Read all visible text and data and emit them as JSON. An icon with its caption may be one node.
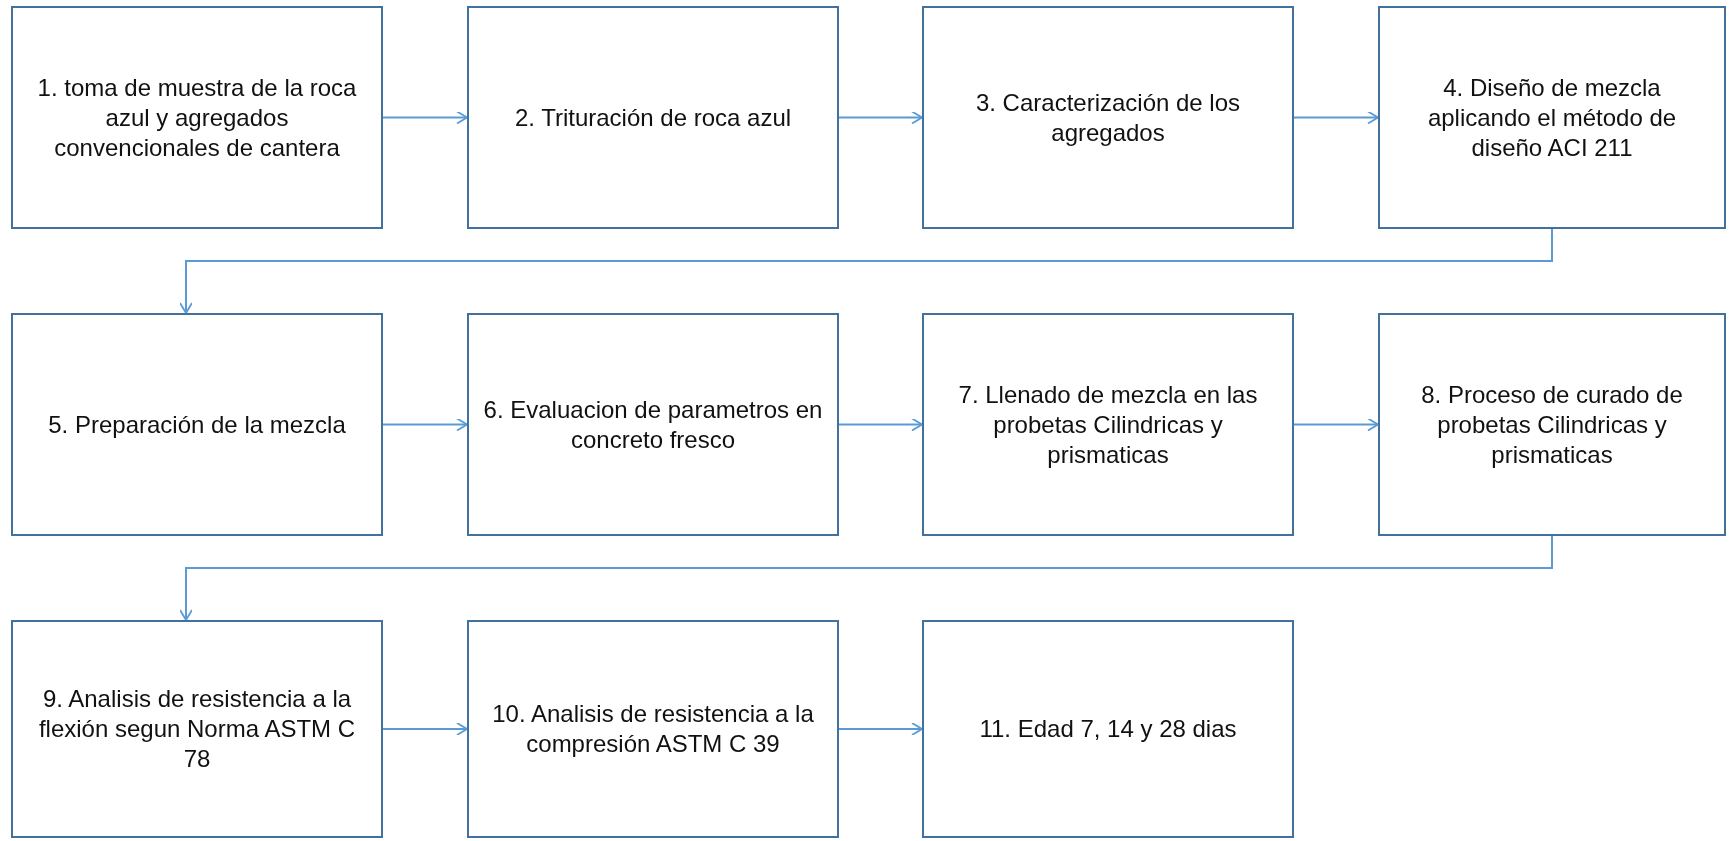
{
  "diagram": {
    "nodes": [
      {
        "text": [
          "1. toma de muestra de la roca azul y agregados convencionales de cantera"
        ]
      },
      {
        "text": [
          "2. Trituración de roca azul"
        ]
      },
      {
        "text": [
          "3. Caracterización de los agregados"
        ]
      },
      {
        "text": [
          "4. Diseño de mezcla aplicando el método de diseño  ACI 211"
        ]
      },
      {
        "text": [
          "5. Preparación de la mezcla"
        ]
      },
      {
        "text": [
          "6. Evaluacion de parametros en concreto fresco"
        ]
      },
      {
        "text": [
          "7. Llenado de mezcla en las probetas Cilindricas y prismaticas"
        ]
      },
      {
        "text": [
          "8. Proceso de curado de probetas Cilindricas y prismaticas"
        ]
      },
      {
        "text": [
          "9. Analisis  de resistencia a la flexión segun Norma ASTM C 78"
        ]
      },
      {
        "text": [
          "10. Analisis de resistencia a la compresión ASTM C 39"
        ]
      },
      {
        "text": [
          "11. Edad 7, 14 y 28 dias"
        ]
      }
    ],
    "edges": [
      {
        "from": 0,
        "to": 1,
        "arrow": "to"
      },
      {
        "from": 1,
        "to": 2,
        "arrow": "to"
      },
      {
        "from": 2,
        "to": 3,
        "arrow": "to"
      },
      {
        "from": 3,
        "to": 4,
        "arrow": "to"
      },
      {
        "from": 4,
        "to": 5,
        "arrow": "to"
      },
      {
        "from": 5,
        "to": 6,
        "arrow": "to"
      },
      {
        "from": 6,
        "to": 7,
        "arrow": "to"
      },
      {
        "from": 7,
        "to": 8,
        "arrow": "to"
      },
      {
        "from": 8,
        "to": 9,
        "arrow": "to"
      },
      {
        "from": 9,
        "to": 10,
        "arrow": "to"
      }
    ]
  }
}
